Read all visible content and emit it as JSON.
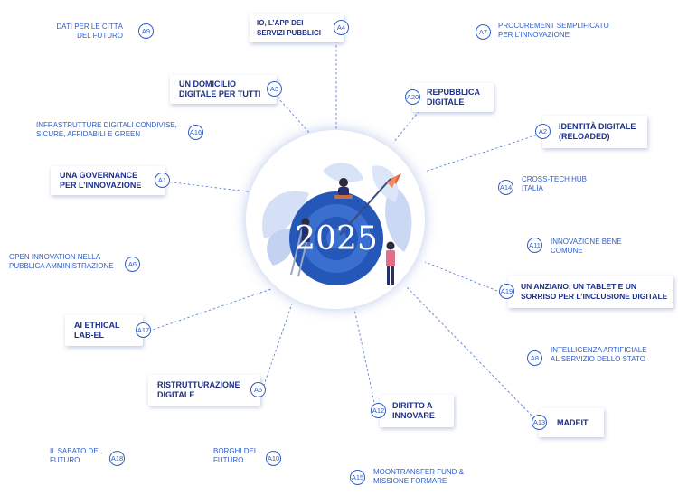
{
  "center": {
    "year": "2025"
  },
  "boxed": {
    "a4": {
      "code": "A4",
      "text": "IO, L’APP DEI\nSERVIZI PUBBLICI"
    },
    "a3": {
      "code": "A3",
      "text": "UN DOMICILIO\nDIGITALE PER TUTTI"
    },
    "a20": {
      "code": "A20",
      "text": "REPUBBLICA\nDIGITALE"
    },
    "a2": {
      "code": "A2",
      "text": "IDENTITÀ DIGITALE\n(RELOADED)"
    },
    "a1": {
      "code": "A1",
      "text": "UNA GOVERNANCE\nPER L’INNOVAZIONE"
    },
    "a19": {
      "code": "A19",
      "text": "UN ANZIANO, UN TABLET E UN\nSORRISO PER L’INCLUSIONE DIGITALE"
    },
    "a17": {
      "code": "A17",
      "text": "AI ETHICAL\nLAB-EL"
    },
    "a5": {
      "code": "A5",
      "text": "RISTRUTTURAZIONE\nDIGITALE"
    },
    "a12": {
      "code": "A12",
      "text": "DIRITTO A\nINNOVARE"
    },
    "a13": {
      "code": "A13",
      "text": "MADEIT"
    }
  },
  "plain": {
    "a9": {
      "code": "A9",
      "text": "DATI PER LE CITTÀ\nDEL FUTURO"
    },
    "a7": {
      "code": "A7",
      "text": "PROCUREMENT SEMPLIFICATO\nPER L’INNOVAZIONE"
    },
    "a16": {
      "code": "A16",
      "text": "INFRASTRUTTURE DIGITALI CONDIVISE,\nSICURE, AFFIDABILI E GREEN"
    },
    "a14": {
      "code": "A14",
      "text": "CROSS-TECH HUB\nITALIA"
    },
    "a11": {
      "code": "A11",
      "text": "INNOVAZIONE BENE\nCOMUNE"
    },
    "a6": {
      "code": "A6",
      "text": "OPEN INNOVATION NELLA\nPUBBLICA AMMINISTRAZIONE"
    },
    "a8": {
      "code": "A8",
      "text": "INTELLIGENZA ARTIFICIALE\nAL SERVIZIO DELLO STATO"
    },
    "a18": {
      "code": "A18",
      "text": "IL SABATO DEL\nFUTURO"
    },
    "a10": {
      "code": "A10",
      "text": "BORGHI DEL\nFUTURO"
    },
    "a15": {
      "code": "A15",
      "text": "MOONTRANSFER FUND &\nMISSIONE FORMARE"
    }
  },
  "colors": {
    "primary": "#1c2f8a",
    "accent": "#2f5ec8",
    "target_arrow": "#e8623a",
    "leaf": "#c9d6f3"
  }
}
